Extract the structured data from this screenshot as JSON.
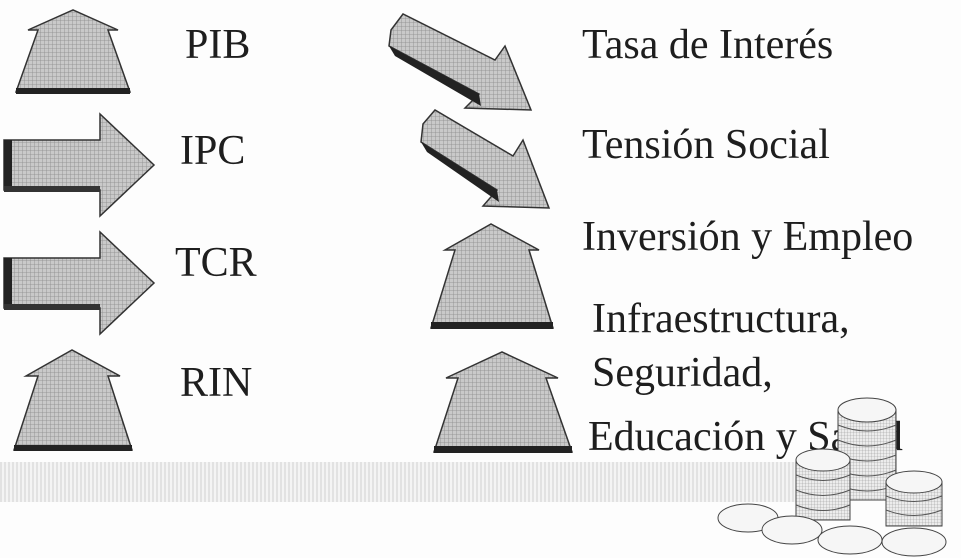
{
  "left_indicators": [
    {
      "label": "PIB",
      "direction": "up"
    },
    {
      "label": "IPC",
      "direction": "right"
    },
    {
      "label": "TCR",
      "direction": "right"
    },
    {
      "label": "RIN",
      "direction": "up"
    }
  ],
  "right_indicators": [
    {
      "label": "Tasa de Interés",
      "direction": "down-right"
    },
    {
      "label": "Tensión Social",
      "direction": "down-right"
    },
    {
      "label": "Inversión y Empleo",
      "direction": "up"
    },
    {
      "label_lines": [
        "Infraestructura,",
        "Seguridad,",
        "Educación y Salud"
      ],
      "direction": "up"
    }
  ],
  "decorations": {
    "coins": "stacked-coins-icon"
  }
}
